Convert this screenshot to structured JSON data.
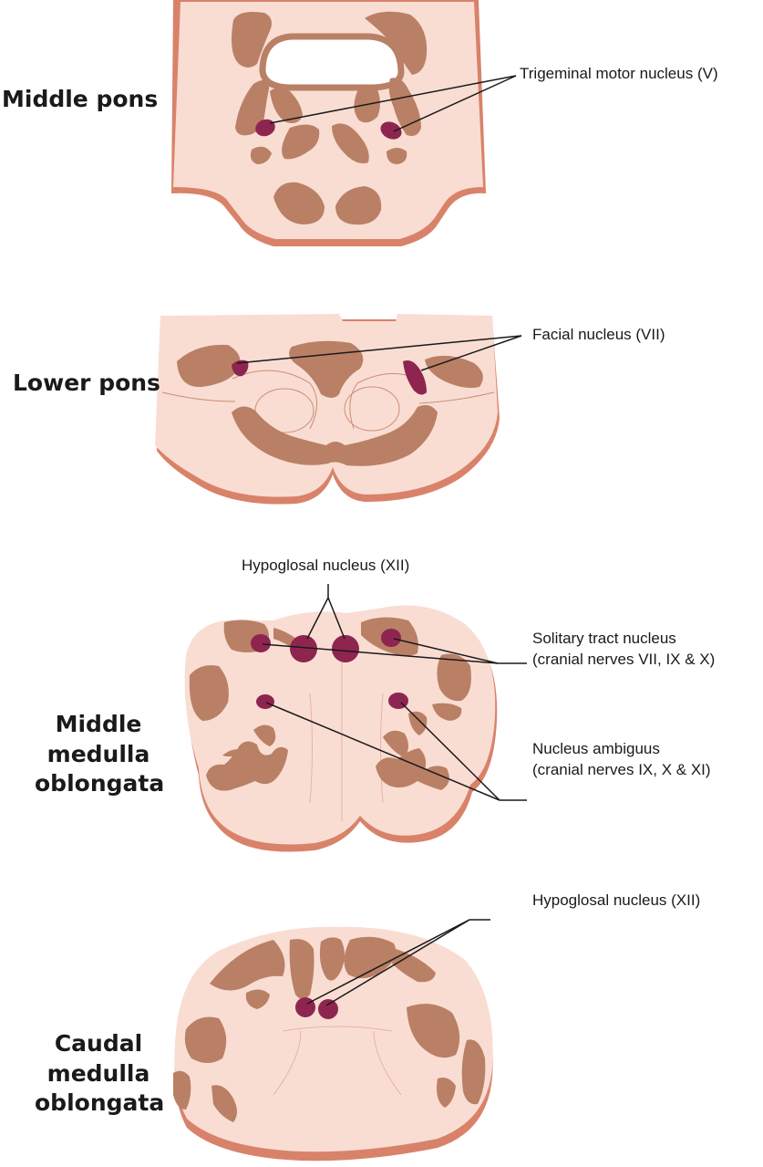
{
  "sections": [
    {
      "id": "middle-pons",
      "label": "Middle pons"
    },
    {
      "id": "lower-pons",
      "label": "Lower pons"
    },
    {
      "id": "middle-medulla",
      "label": "Middle\nmedulla\noblongata"
    },
    {
      "id": "caudal-medulla",
      "label": "Caudal\nmedulla\noblongata"
    }
  ],
  "callouts": {
    "trigeminal": "Trigeminal motor nucleus (V)",
    "facial": "Facial nucleus (VII)",
    "hypoglossal_mid": "Hypoglosal nucleus (XII)",
    "solitary": "Solitary tract nucleus\n(cranial nerves VII, IX & X)",
    "ambiguus": "Nucleus ambiguus\n(cranial nerves IX, X & XI)",
    "hypoglossal_caudal": "Hypoglosal nucleus (XII)"
  },
  "colors": {
    "tissue": "#f9ddd3",
    "tissue_edge": "#d9826a",
    "grey_matter": "#b98066",
    "nucleus": "#8e2550",
    "line": "#1a1a1a"
  }
}
